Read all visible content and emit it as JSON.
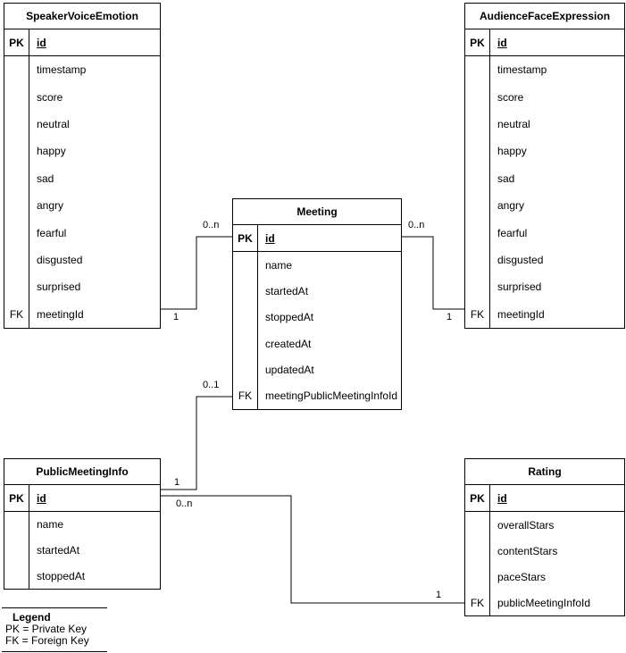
{
  "colors": {
    "line": "#000000",
    "background": "#ffffff",
    "text": "#000000"
  },
  "entities": [
    {
      "name": "SpeakerVoiceEmotion",
      "pk_label": "PK",
      "pk_field": "id",
      "attributes": [
        {
          "key": "",
          "name": "timestamp"
        },
        {
          "key": "",
          "name": "score"
        },
        {
          "key": "",
          "name": "neutral"
        },
        {
          "key": "",
          "name": "happy"
        },
        {
          "key": "",
          "name": "sad"
        },
        {
          "key": "",
          "name": "angry"
        },
        {
          "key": "",
          "name": "fearful"
        },
        {
          "key": "",
          "name": "disgusted"
        },
        {
          "key": "",
          "name": "surprised"
        },
        {
          "key": "FK",
          "name": "meetingId"
        }
      ]
    },
    {
      "name": "AudienceFaceExpression",
      "pk_label": "PK",
      "pk_field": "id",
      "attributes": [
        {
          "key": "",
          "name": "timestamp"
        },
        {
          "key": "",
          "name": "score"
        },
        {
          "key": "",
          "name": "neutral"
        },
        {
          "key": "",
          "name": "happy"
        },
        {
          "key": "",
          "name": "sad"
        },
        {
          "key": "",
          "name": "angry"
        },
        {
          "key": "",
          "name": "fearful"
        },
        {
          "key": "",
          "name": "disgusted"
        },
        {
          "key": "",
          "name": "surprised"
        },
        {
          "key": "FK",
          "name": "meetingId"
        }
      ]
    },
    {
      "name": "Meeting",
      "pk_label": "PK",
      "pk_field": "id",
      "attributes": [
        {
          "key": "",
          "name": "name"
        },
        {
          "key": "",
          "name": "startedAt"
        },
        {
          "key": "",
          "name": "stoppedAt"
        },
        {
          "key": "",
          "name": "createdAt"
        },
        {
          "key": "",
          "name": "updatedAt"
        },
        {
          "key": "FK",
          "name": "meetingPublicMeetingInfoId"
        }
      ]
    },
    {
      "name": "PublicMeetingInfo",
      "pk_label": "PK",
      "pk_field": "id",
      "attributes": [
        {
          "key": "",
          "name": "name"
        },
        {
          "key": "",
          "name": "startedAt"
        },
        {
          "key": "",
          "name": "stoppedAt"
        }
      ]
    },
    {
      "name": "Rating",
      "pk_label": "PK",
      "pk_field": "id",
      "attributes": [
        {
          "key": "",
          "name": "overallStars"
        },
        {
          "key": "",
          "name": "contentStars"
        },
        {
          "key": "",
          "name": "paceStars"
        },
        {
          "key": "FK",
          "name": "publicMeetingInfoId"
        }
      ]
    }
  ],
  "relationships": [
    {
      "from": "SpeakerVoiceEmotion",
      "to": "Meeting",
      "from_label": "1",
      "to_label": "0..n"
    },
    {
      "from": "AudienceFaceExpression",
      "to": "Meeting",
      "from_label": "1",
      "to_label": "0..n"
    },
    {
      "from": "PublicMeetingInfo",
      "to": "Meeting",
      "from_label": "1",
      "to_label": "0..1"
    },
    {
      "from": "PublicMeetingInfo",
      "to": "Rating",
      "from_label": "0..n",
      "to_label": "1"
    }
  ],
  "legend": {
    "title": "Legend",
    "entries": [
      "PK = Private Key",
      "FK = Foreign Key"
    ]
  }
}
